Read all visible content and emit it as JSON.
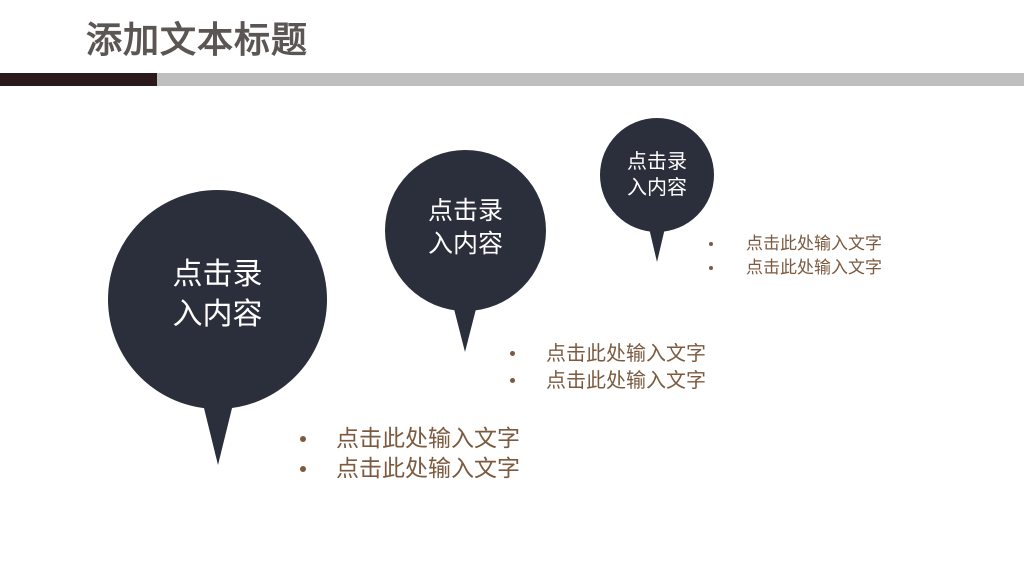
{
  "title": "添加文本标题",
  "colors": {
    "bubble": "#2b2e3b",
    "text_brown": "#7b5a3f",
    "title": "#5b5553",
    "bar_dark": "#2a1a1c",
    "bar_gray": "#bfbfbf"
  },
  "bubbles": [
    {
      "label": "点击录\n入内容"
    },
    {
      "label": "点击录\n入内容"
    },
    {
      "label": "点击录\n入内容"
    }
  ],
  "lists": [
    {
      "items": [
        "点击此处输入文字",
        "点击此处输入文字"
      ]
    },
    {
      "items": [
        "点击此处输入文字",
        "点击此处输入文字"
      ]
    },
    {
      "items": [
        "点击此处输入文字",
        "点击此处输入文字"
      ]
    }
  ]
}
